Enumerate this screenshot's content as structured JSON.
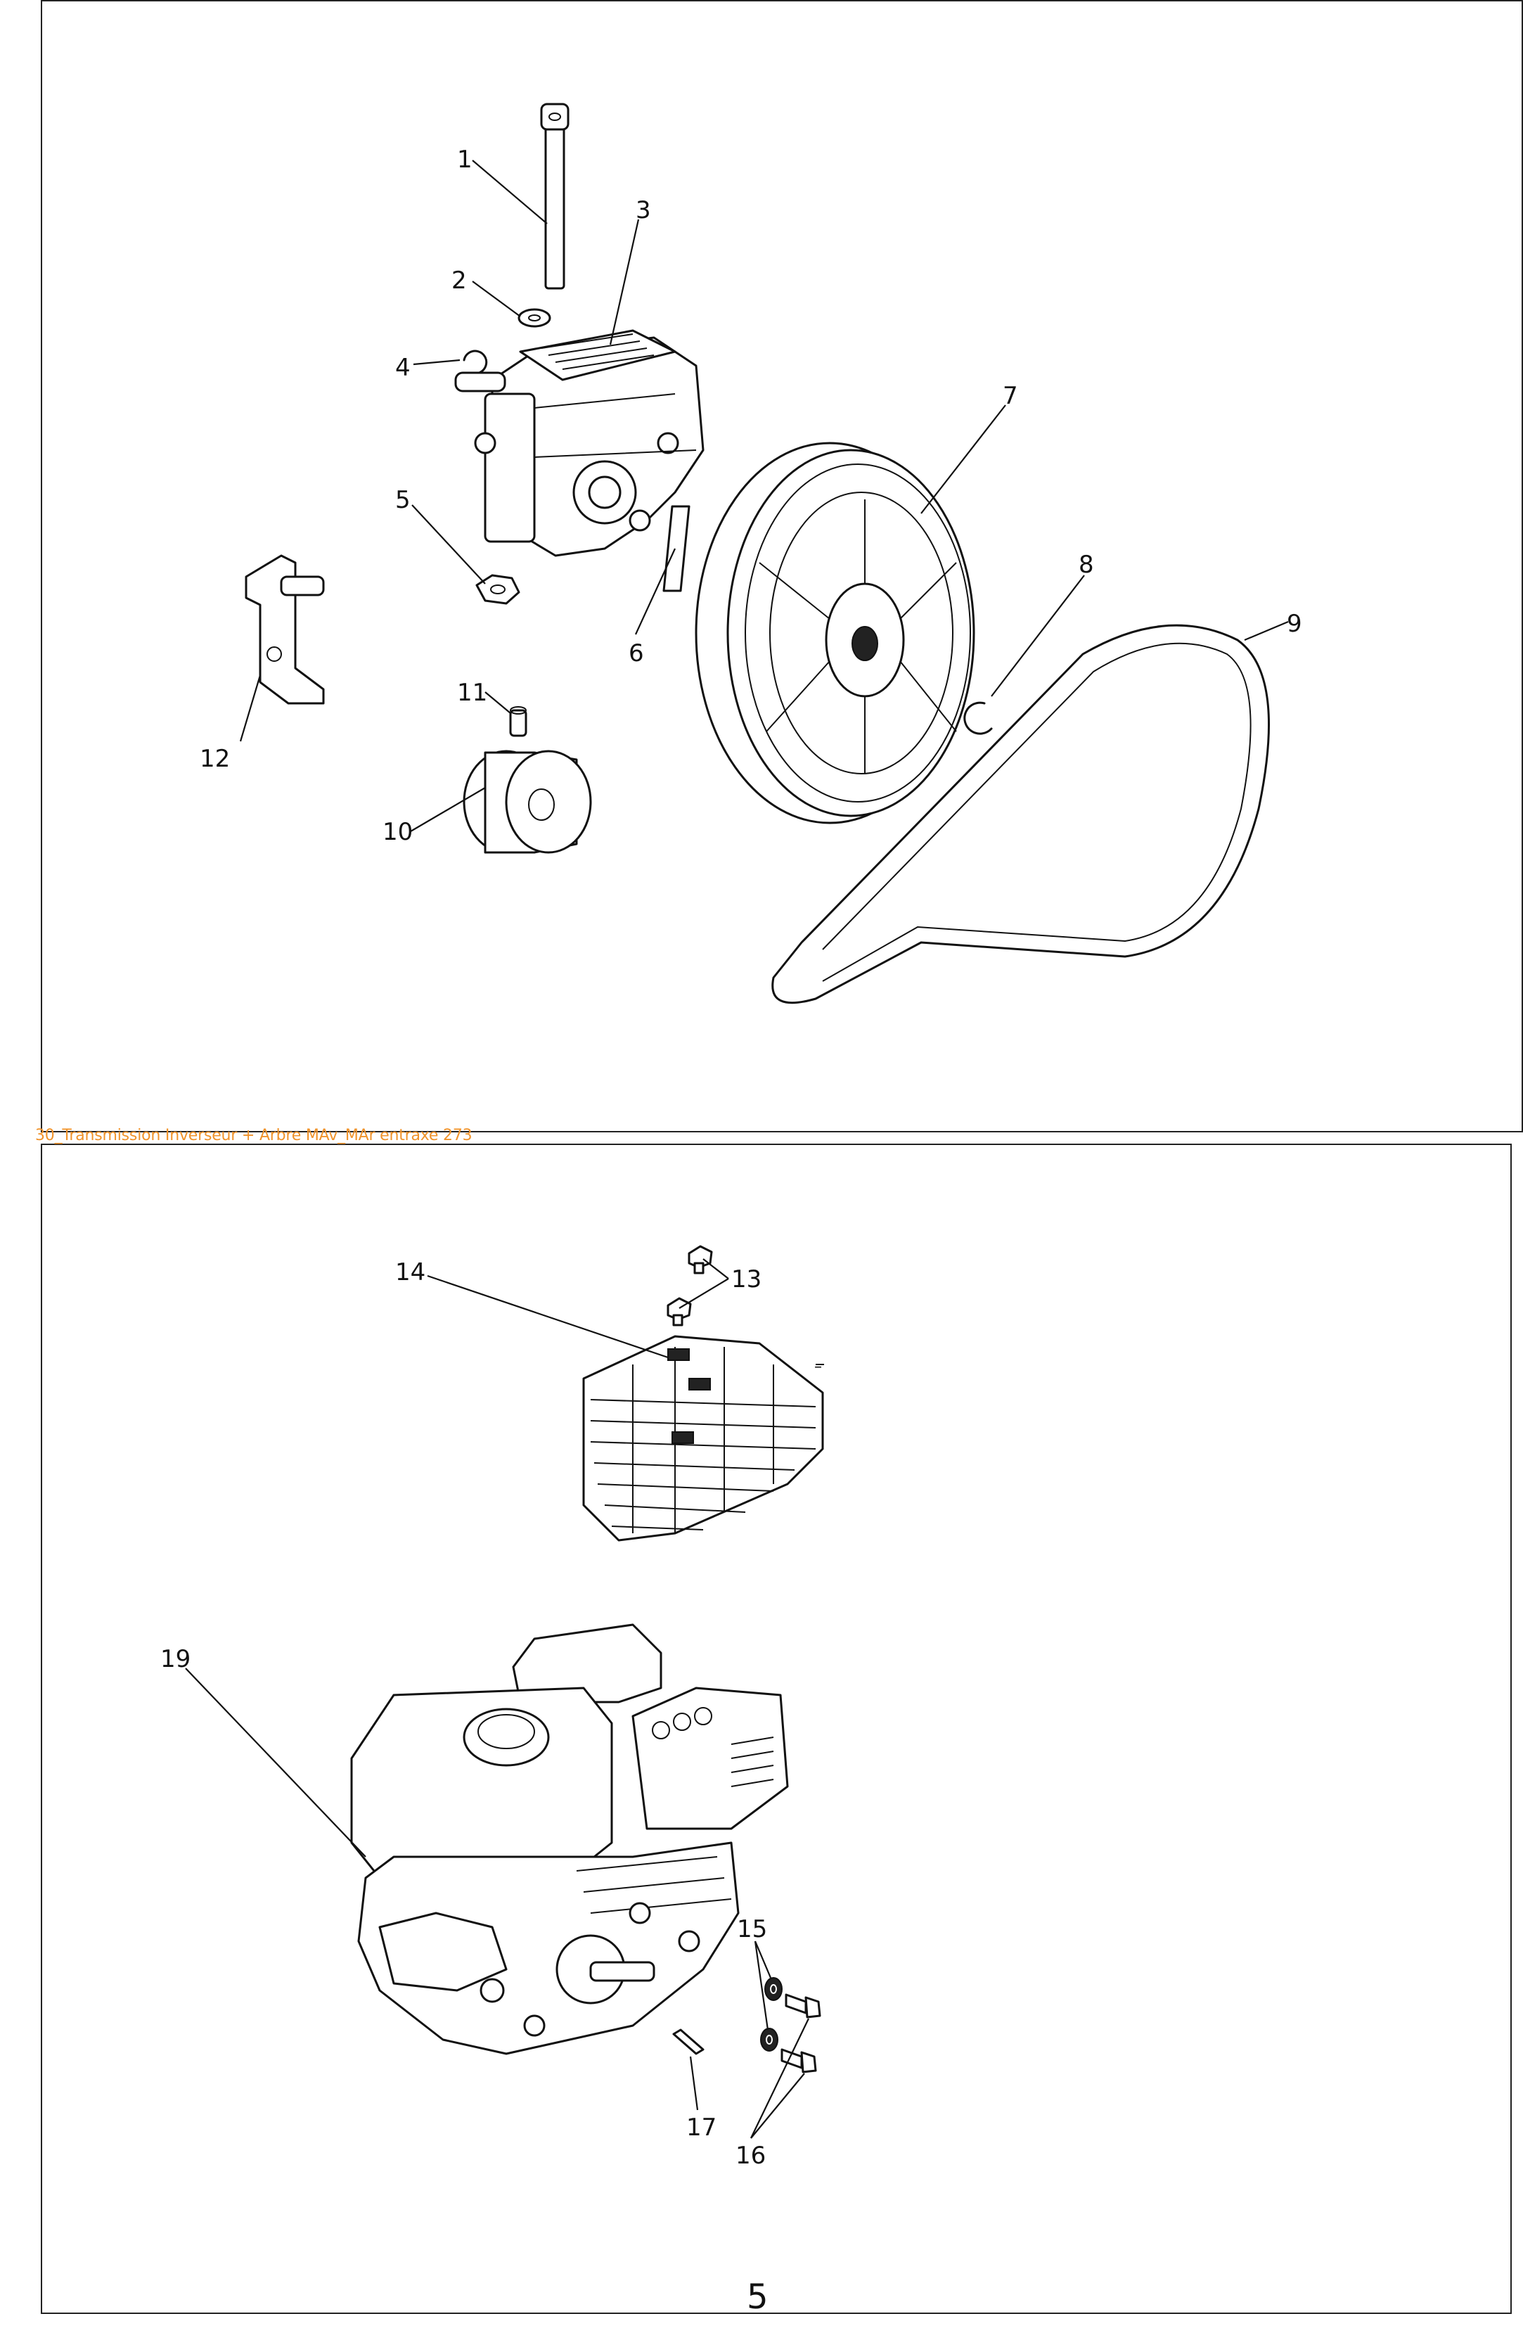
{
  "section_caption": "30_Transmission Inverseur + Arbre MAv_MAr entraxe 273",
  "page_number": "5",
  "callouts": {
    "c1": "1",
    "c2": "2",
    "c3": "3",
    "c4": "4",
    "c5": "5",
    "c6": "6",
    "c7": "7",
    "c8": "8",
    "c9": "9",
    "c10": "10",
    "c11": "11",
    "c12": "12",
    "c13": "13",
    "c14": "14",
    "c15": "15",
    "c16": "16",
    "c17": "17",
    "c19": "19"
  },
  "stray_mark": "–"
}
